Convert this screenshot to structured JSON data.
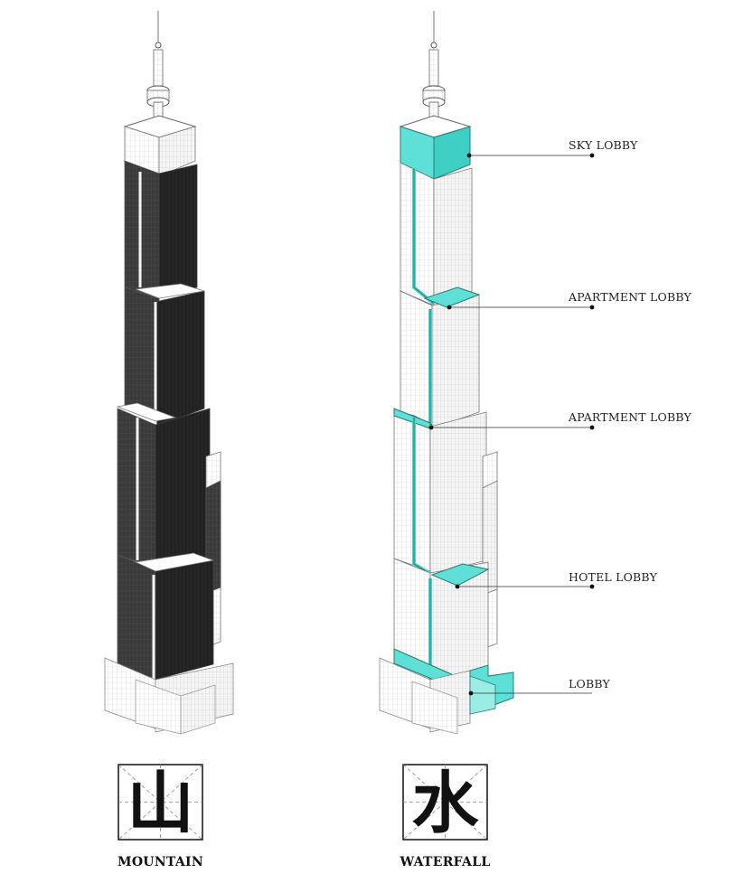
{
  "callouts": [
    {
      "label": "SKY LOBBY"
    },
    {
      "label": "APARTMENT LOBBY"
    },
    {
      "label": "APARTMENT LOBBY"
    },
    {
      "label": "HOTEL LOBBY"
    },
    {
      "label": "LOBBY"
    }
  ],
  "captions": {
    "left": {
      "glyph": "山",
      "text": "MOUNTAIN"
    },
    "right": {
      "glyph": "水",
      "text": "WATERFALL"
    }
  },
  "colors": {
    "accent": "#5fe0d6",
    "dark_facade": "#2b2b2b",
    "outline": "#555555",
    "grid": "#c8c8c8"
  }
}
